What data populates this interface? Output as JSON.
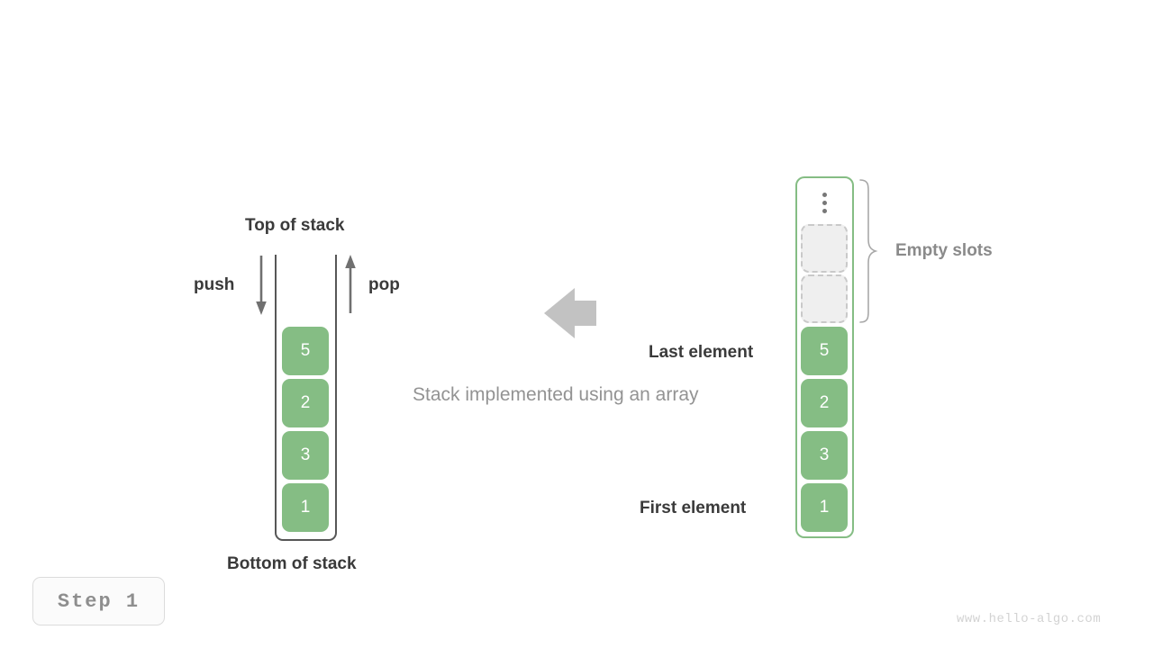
{
  "diagram": {
    "title_caption": "Stack implemented using an array",
    "step_label": "Step 1",
    "watermark": "www.hello-algo.com",
    "accent_green": "#85bd84",
    "text_dark": "#3a3a3a",
    "text_gray": "#939393",
    "empty_slot_fill": "#efefef",
    "empty_slot_border": "#c9c9c9",
    "arrow_gray": "#c0c0c0",
    "stroke_dark": "#575757"
  },
  "stack": {
    "top_label": "Top of stack",
    "bottom_label": "Bottom of stack",
    "push_label": "push",
    "pop_label": "pop",
    "values": [
      "5",
      "2",
      "3",
      "1"
    ]
  },
  "array": {
    "empty_slots_label": "Empty slots",
    "last_element_label": "Last element",
    "first_element_label": "First element",
    "ellipsis_icon": "vertical-ellipsis-icon",
    "empty_slot_count": 2,
    "values": [
      "5",
      "2",
      "3",
      "1"
    ]
  },
  "center_arrow": {
    "icon": "arrow-left-icon",
    "direction": "left"
  }
}
